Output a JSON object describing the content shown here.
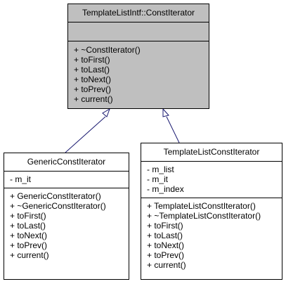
{
  "diagram": {
    "base_class": {
      "name": "TemplateListIntf::ConstIterator",
      "attributes": [],
      "operations": [
        "+ ~ConstIterator()",
        "+ toFirst()",
        "+ toLast()",
        "+ toNext()",
        "+ toPrev()",
        "+ current()"
      ]
    },
    "generic": {
      "name": "GenericConstIterator",
      "attributes": [
        "- m_it"
      ],
      "operations": [
        "+ GenericConstIterator()",
        "+ ~GenericConstIterator()",
        "+ toFirst()",
        "+ toLast()",
        "+ toNext()",
        "+ toPrev()",
        "+ current()"
      ]
    },
    "template_list": {
      "name": "TemplateListConstIterator",
      "attributes": [
        "- m_list",
        "- m_it",
        "- m_index"
      ],
      "operations": [
        "+ TemplateListConstIterator()",
        "+ ~TemplateListConstIterator()",
        "+ toFirst()",
        "+ toLast()",
        "+ toNext()",
        "+ toPrev()",
        "+ current()"
      ]
    },
    "colors": {
      "base_fill": "#bfbfbf",
      "box_fill": "#ffffff",
      "border": "#000000",
      "edge": "#191970"
    }
  }
}
